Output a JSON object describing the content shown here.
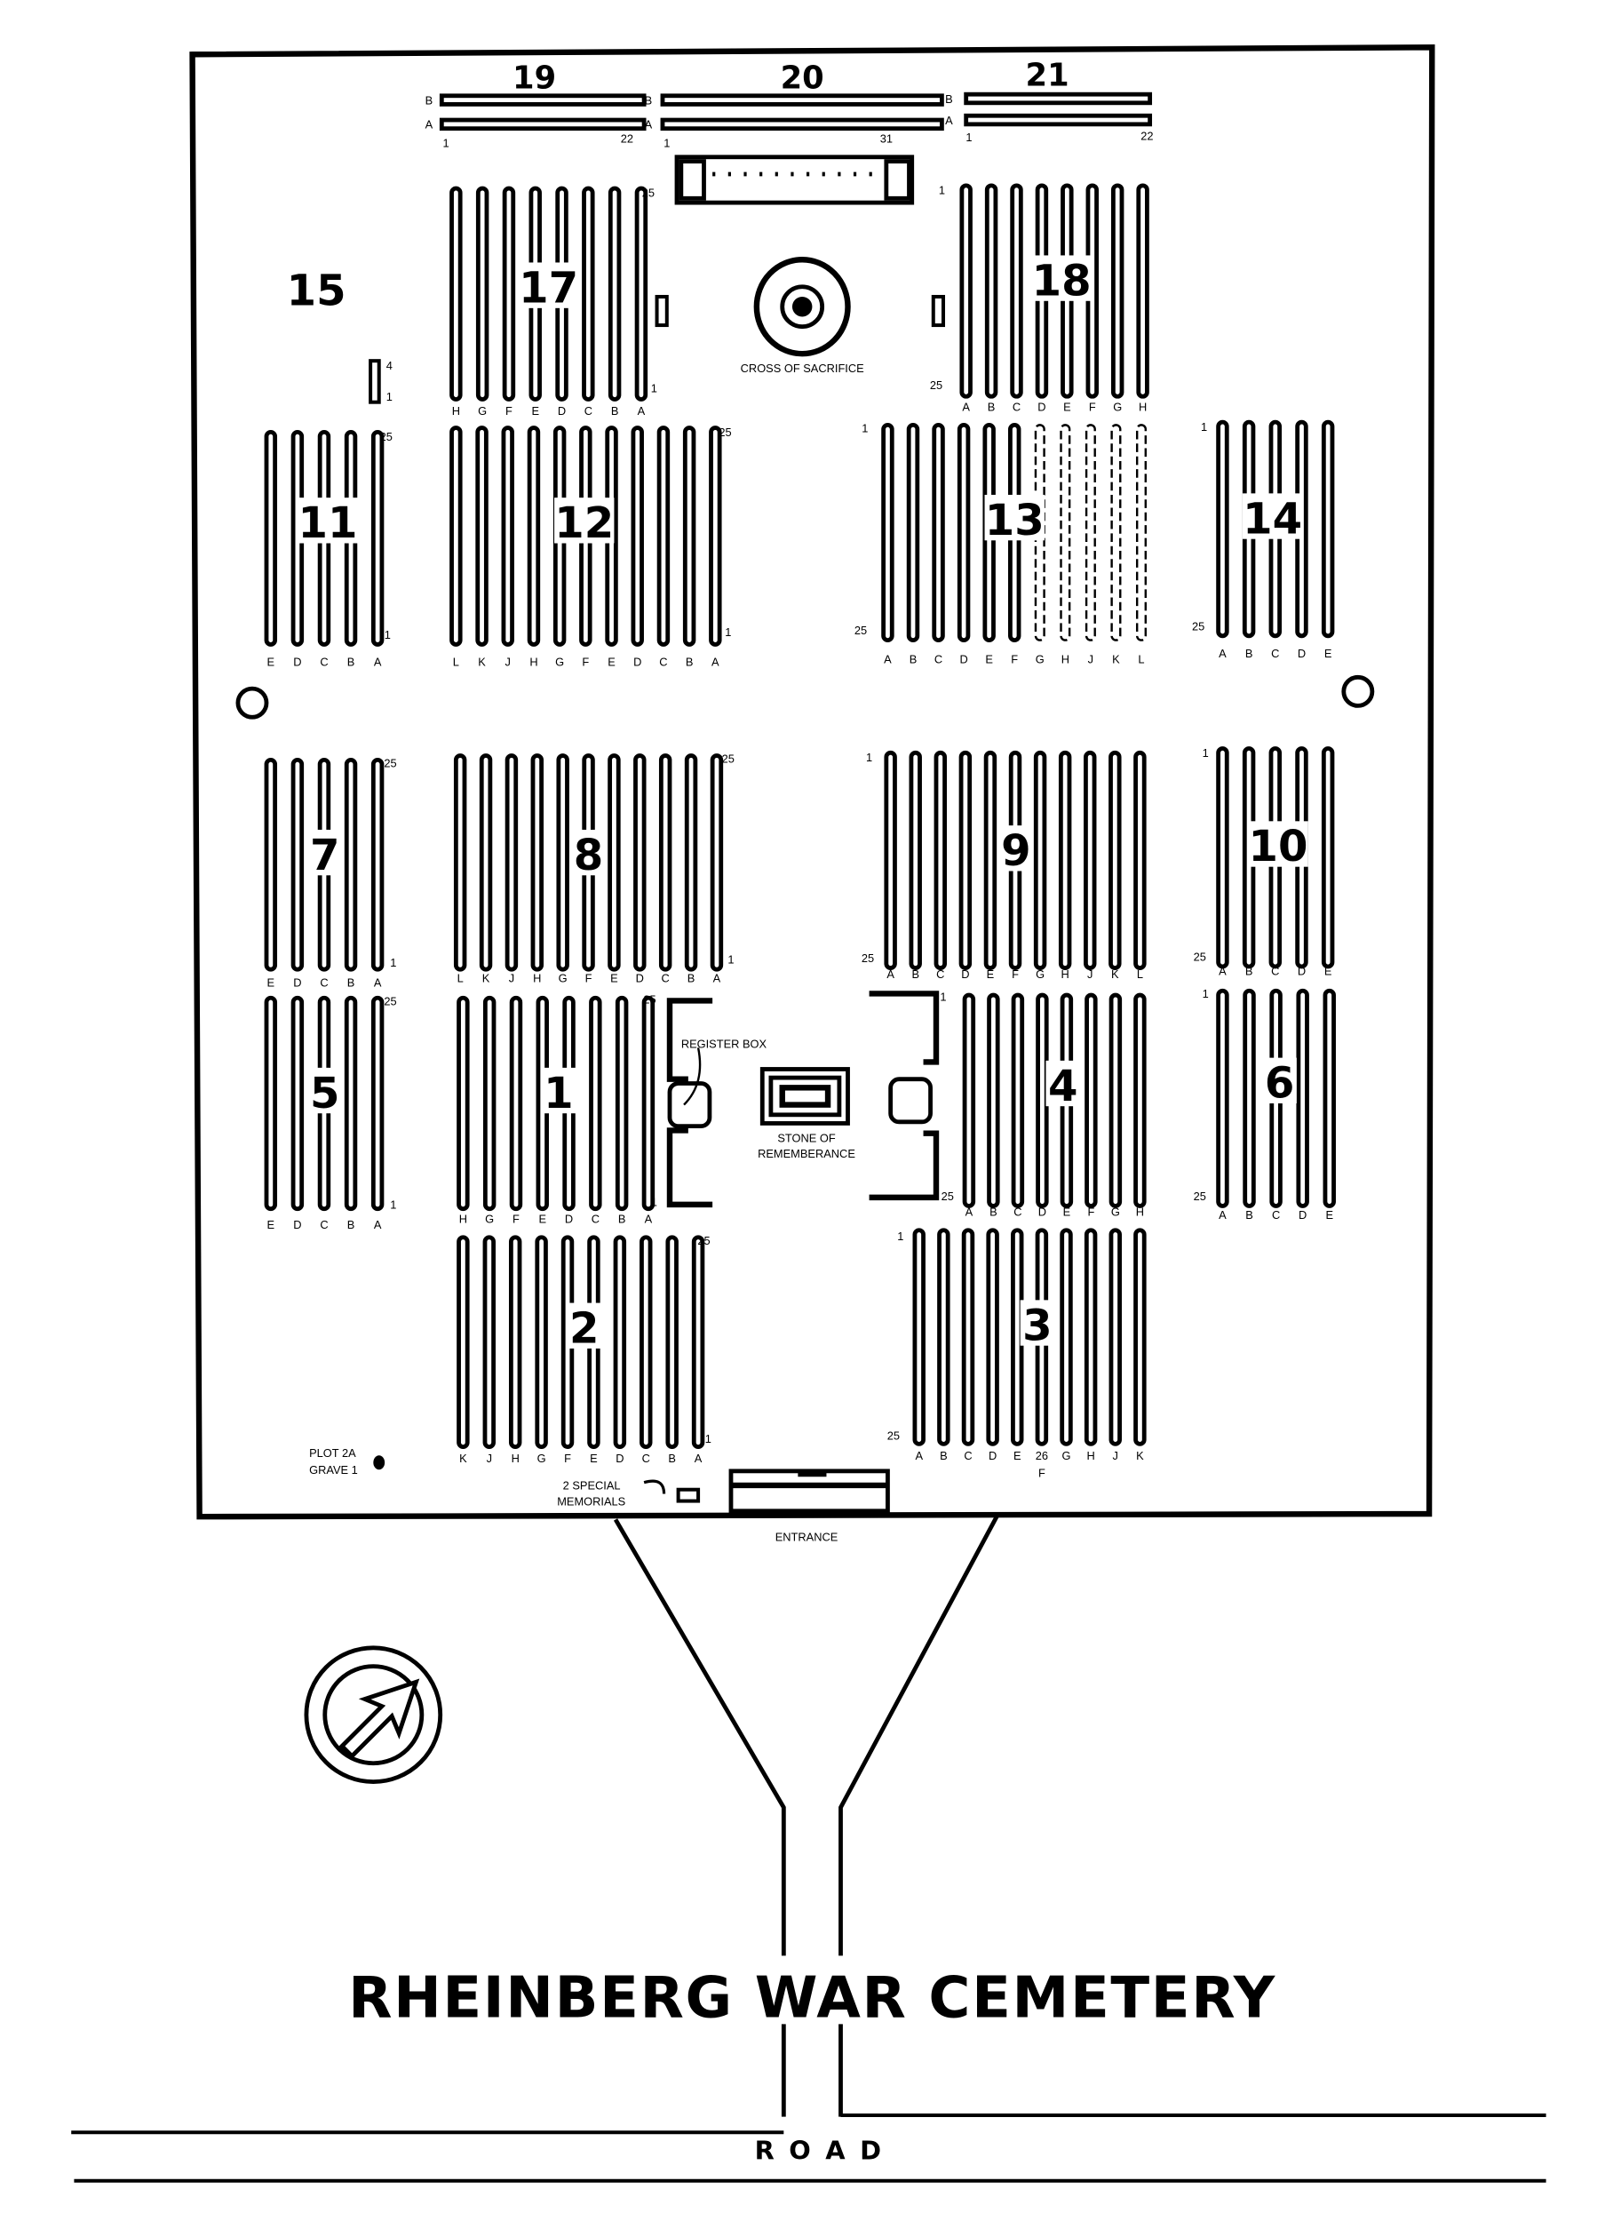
{
  "title": "RHEINBERG WAR CEMETERY",
  "road_label": "R O A D",
  "features": {
    "cross": "CROSS OF SACRIFICE",
    "register_box": "REGISTER BOX",
    "stone_line1": "STONE OF",
    "stone_line2": "REMEMBERANCE",
    "entrance": "ENTRANCE",
    "special_line1": "2 SPECIAL",
    "special_line2": "MEMORIALS",
    "plot2a_line1": "PLOT 2A",
    "plot2a_line2": "GRAVE 1",
    "plot15_top": "4",
    "plot15_bottom": "1"
  },
  "plots": [
    {
      "id": "19",
      "rows": [
        "B",
        "A"
      ],
      "grave_start": "1",
      "grave_end": "22"
    },
    {
      "id": "20",
      "rows": [
        "B",
        "A"
      ],
      "grave_start": "1",
      "grave_end": "31"
    },
    {
      "id": "21",
      "rows": [
        "B",
        "A"
      ],
      "grave_start": "1",
      "grave_end": "22"
    },
    {
      "id": "17",
      "rows": [
        "H",
        "G",
        "F",
        "E",
        "D",
        "C",
        "B",
        "A"
      ],
      "grave_top": "25",
      "grave_bottom": "1"
    },
    {
      "id": "18",
      "rows": [
        "A",
        "B",
        "C",
        "D",
        "E",
        "F",
        "G",
        "H"
      ],
      "grave_top": "1",
      "grave_bottom": "25"
    },
    {
      "id": "15",
      "rows": []
    },
    {
      "id": "11",
      "rows": [
        "E",
        "D",
        "C",
        "B",
        "A"
      ],
      "grave_top": "25",
      "grave_bottom": "1"
    },
    {
      "id": "12",
      "rows": [
        "L",
        "K",
        "J",
        "H",
        "G",
        "F",
        "E",
        "D",
        "C",
        "B",
        "A"
      ],
      "grave_top": "25",
      "grave_bottom": "1"
    },
    {
      "id": "13",
      "rows": [
        "A",
        "B",
        "C",
        "D",
        "E",
        "F",
        "G",
        "H",
        "J",
        "K",
        "L"
      ],
      "grave_top": "1",
      "grave_bottom": "25",
      "dashed_rows": [
        "G",
        "H",
        "J",
        "K",
        "L"
      ]
    },
    {
      "id": "14",
      "rows": [
        "A",
        "B",
        "C",
        "D",
        "E"
      ],
      "grave_top": "1",
      "grave_bottom": "25"
    },
    {
      "id": "7",
      "rows": [
        "E",
        "D",
        "C",
        "B",
        "A"
      ],
      "grave_top": "25",
      "grave_bottom": "1"
    },
    {
      "id": "8",
      "rows": [
        "L",
        "K",
        "J",
        "H",
        "G",
        "F",
        "E",
        "D",
        "C",
        "B",
        "A"
      ],
      "grave_top": "25",
      "grave_bottom": "1"
    },
    {
      "id": "9",
      "rows": [
        "A",
        "B",
        "C",
        "D",
        "E",
        "F",
        "G",
        "H",
        "J",
        "K",
        "L"
      ],
      "grave_top": "1",
      "grave_bottom": "25"
    },
    {
      "id": "10",
      "rows": [
        "A",
        "B",
        "C",
        "D",
        "E"
      ],
      "grave_top": "1",
      "grave_bottom": "25"
    },
    {
      "id": "5",
      "rows": [
        "E",
        "D",
        "C",
        "B",
        "A"
      ],
      "grave_top": "25",
      "grave_bottom": "1"
    },
    {
      "id": "1",
      "rows": [
        "H",
        "G",
        "F",
        "E",
        "D",
        "C",
        "B",
        "A"
      ],
      "grave_top": "25",
      "grave_bottom": "1"
    },
    {
      "id": "4",
      "rows": [
        "A",
        "B",
        "C",
        "D",
        "E",
        "F",
        "G",
        "H"
      ],
      "grave_top": "1",
      "grave_bottom": "25"
    },
    {
      "id": "6",
      "rows": [
        "A",
        "B",
        "C",
        "D",
        "E"
      ],
      "grave_top": "1",
      "grave_bottom": "25"
    },
    {
      "id": "2",
      "rows": [
        "K",
        "J",
        "H",
        "G",
        "F",
        "E",
        "D",
        "C",
        "B",
        "A"
      ],
      "grave_top": "25",
      "grave_bottom": "1"
    },
    {
      "id": "3",
      "rows": [
        "A",
        "B",
        "C",
        "D",
        "E",
        "F",
        "G",
        "H",
        "J",
        "K"
      ],
      "grave_top": "1",
      "grave_bottom": "25",
      "extra_row": "F",
      "extra_grave": "26"
    }
  ]
}
